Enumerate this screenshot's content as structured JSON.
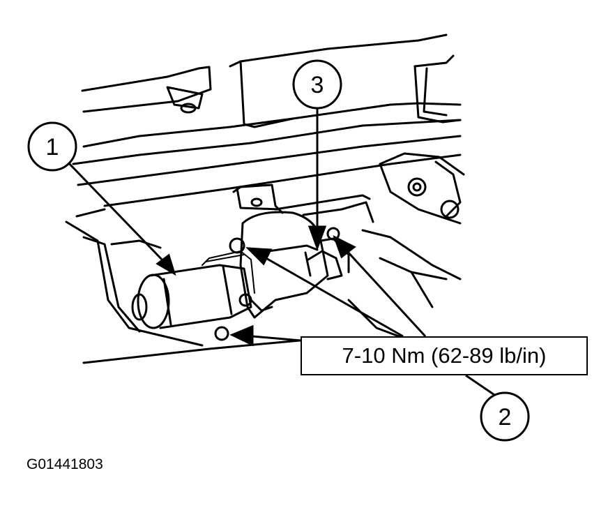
{
  "diagram": {
    "callouts": [
      {
        "id": "1",
        "label": "1"
      },
      {
        "id": "2",
        "label": "2"
      },
      {
        "id": "3",
        "label": "3"
      }
    ],
    "torque_label": "7-10 Nm (62-89 lb/in)",
    "figure_id": "G01441803",
    "colors": {
      "line": "#000000",
      "background": "#ffffff"
    }
  }
}
